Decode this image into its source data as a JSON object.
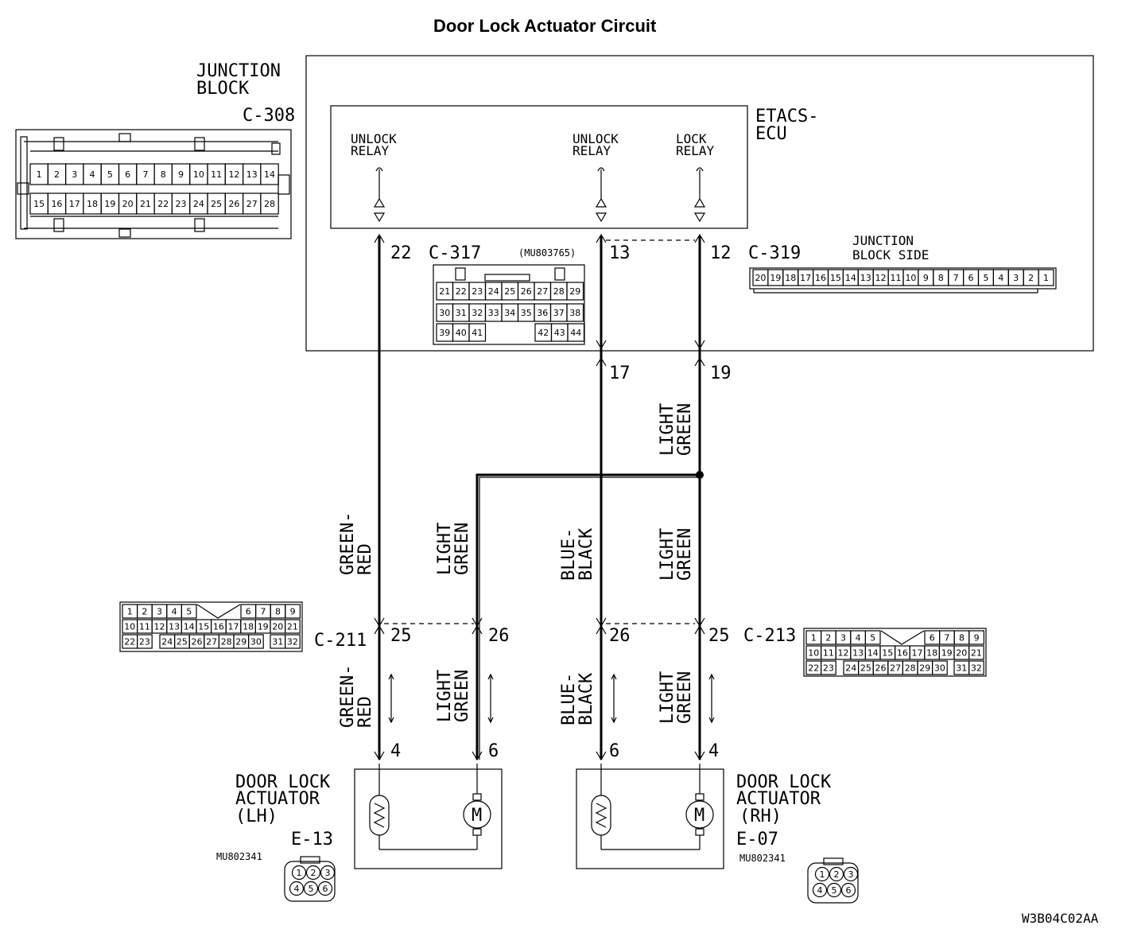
{
  "title": "Door Lock Actuator Circuit",
  "figure_code": "W3B04C02AA",
  "junction_block": {
    "line1": "JUNCTION",
    "line2": "BLOCK",
    "connector": "C-308"
  },
  "ecu": {
    "line1": "ETACS-",
    "line2": "ECU"
  },
  "relays": {
    "unlock_1": {
      "line1": "UNLOCK",
      "line2": "RELAY"
    },
    "unlock_2": {
      "line1": "UNLOCK",
      "line2": "RELAY"
    },
    "lock": {
      "line1": "LOCK",
      "line2": "RELAY"
    }
  },
  "c317": {
    "name": "C-317",
    "part": "(MU803765)"
  },
  "c319": {
    "name": "C-319",
    "side_line1": "JUNCTION",
    "side_line2": "BLOCK SIDE"
  },
  "c211": {
    "name": "C-211"
  },
  "c213": {
    "name": "C-213"
  },
  "pins": {
    "p22": "22",
    "p13": "13",
    "p12": "12",
    "p17": "17",
    "p19": "19",
    "c211_25": "25",
    "c211_26": "26",
    "c213_26": "26",
    "c213_25": "25",
    "lh_4": "4",
    "lh_6": "6",
    "rh_6": "6",
    "rh_4": "4"
  },
  "wires": {
    "green_red_1": "GREEN-",
    "green_red_2": "RED",
    "light": "LIGHT",
    "green": "GREEN",
    "blue_black_1": "BLUE-",
    "blue_black_2": "BLACK"
  },
  "actuator_lh": {
    "line1": "DOOR LOCK",
    "line2": "ACTUATOR",
    "line3": "(LH)",
    "connector": "E-13",
    "part": "MU802341"
  },
  "actuator_rh": {
    "line1": "DOOR LOCK",
    "line2": "ACTUATOR",
    "line3": "(RH)",
    "connector": "E-07",
    "part": "MU802341"
  },
  "motor_symbol": "M",
  "connector_pins": {
    "c308_top": [
      "1",
      "2",
      "3",
      "4",
      "5",
      "6",
      "7",
      "8",
      "9",
      "10",
      "11",
      "12",
      "13",
      "14"
    ],
    "c308_bottom": [
      "15",
      "16",
      "17",
      "18",
      "19",
      "20",
      "21",
      "22",
      "23",
      "24",
      "25",
      "26",
      "27",
      "28"
    ],
    "c317_row1": [
      "21",
      "22",
      "23",
      "24",
      "25",
      "26",
      "27",
      "28",
      "29"
    ],
    "c317_row2": [
      "30",
      "31",
      "32",
      "33",
      "34",
      "35",
      "36",
      "37",
      "38"
    ],
    "c317_row3a": [
      "39",
      "40",
      "41"
    ],
    "c317_row3b": [
      "42",
      "43",
      "44"
    ],
    "c319_row": [
      "20",
      "19",
      "18",
      "17",
      "16",
      "15",
      "14",
      "13",
      "12",
      "11",
      "10",
      "9",
      "8",
      "7",
      "6",
      "5",
      "4",
      "3",
      "2",
      "1"
    ],
    "c211_row1a": [
      "1",
      "2",
      "3",
      "4",
      "5"
    ],
    "c211_row1b": [
      "6",
      "7",
      "8",
      "9"
    ],
    "c211_row2": [
      "10",
      "11",
      "12",
      "13",
      "14",
      "15",
      "16",
      "17",
      "18",
      "19",
      "20",
      "21"
    ],
    "c211_row3a": [
      "22",
      "23"
    ],
    "c211_row3b": [
      "24",
      "25",
      "26",
      "27",
      "28",
      "29",
      "30"
    ],
    "c211_row3c": [
      "31",
      "32"
    ],
    "e_conn_top": [
      "1",
      "2",
      "3"
    ],
    "e_conn_bottom": [
      "4",
      "5",
      "6"
    ]
  }
}
